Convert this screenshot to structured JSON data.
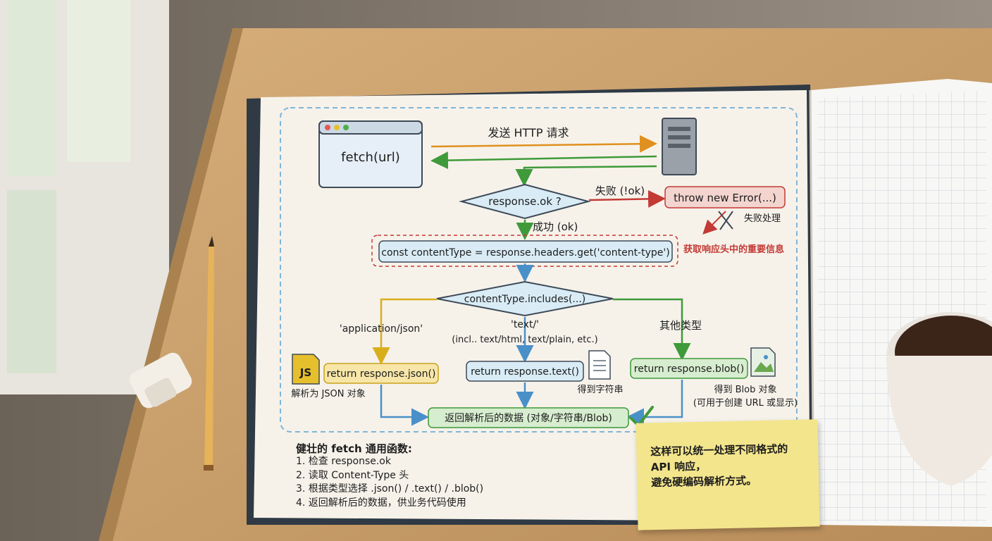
{
  "diagram": {
    "browser": {
      "label": "fetch(url)"
    },
    "request_label": "发送 HTTP 请求",
    "decision_ok": {
      "label": "response.ok ?"
    },
    "fail_branch_label": "失败 (!ok)",
    "throw_box": {
      "label": "throw new Error(...)"
    },
    "fail_handling_label": "失败处理",
    "success_branch_label": "成功 (ok)",
    "content_type_box": {
      "label": "const contentType = response.headers.get('content-type')"
    },
    "content_type_note": "获取响应头中的重要信息",
    "decision_includes": {
      "label": "contentType.includes(...)"
    },
    "branch_json": {
      "condition": "'application/json'",
      "action": "return response.json()",
      "badge": "JS",
      "result": "解析为 JSON 对象"
    },
    "branch_text": {
      "condition": "'text/'",
      "condition_detail": "(incl.. text/html, text/plain, etc.)",
      "action": "return response.text()",
      "result": "得到字符串"
    },
    "branch_other": {
      "condition": "其他类型",
      "action": "return response.blob()",
      "result_line1": "得到 Blob 对象",
      "result_line2": "(可用于创建 URL 或显示)"
    },
    "return_box": {
      "label": "返回解析后的数据 (对象/字符串/Blob)"
    }
  },
  "summary_note": {
    "title": "健壮的 fetch 通用函数:",
    "items": [
      "1. 检查 response.ok",
      "2. 读取 Content-Type 头",
      "3. 根据类型选择 .json() / .text() / .blob()",
      "4. 返回解析后的数据，供业务代码使用"
    ]
  },
  "sticky_note": {
    "lines": [
      "这样可以统一处理不同格式的",
      "API 响应，",
      "避免硬编码解析方式。"
    ]
  },
  "colors": {
    "orange": "#e0901f",
    "green": "#3f9a3a",
    "red": "#c33a35",
    "blue": "#4a90c8",
    "yellow": "#e6bf2c",
    "paper": "#f6f2ea",
    "wood": "#c9a170"
  }
}
